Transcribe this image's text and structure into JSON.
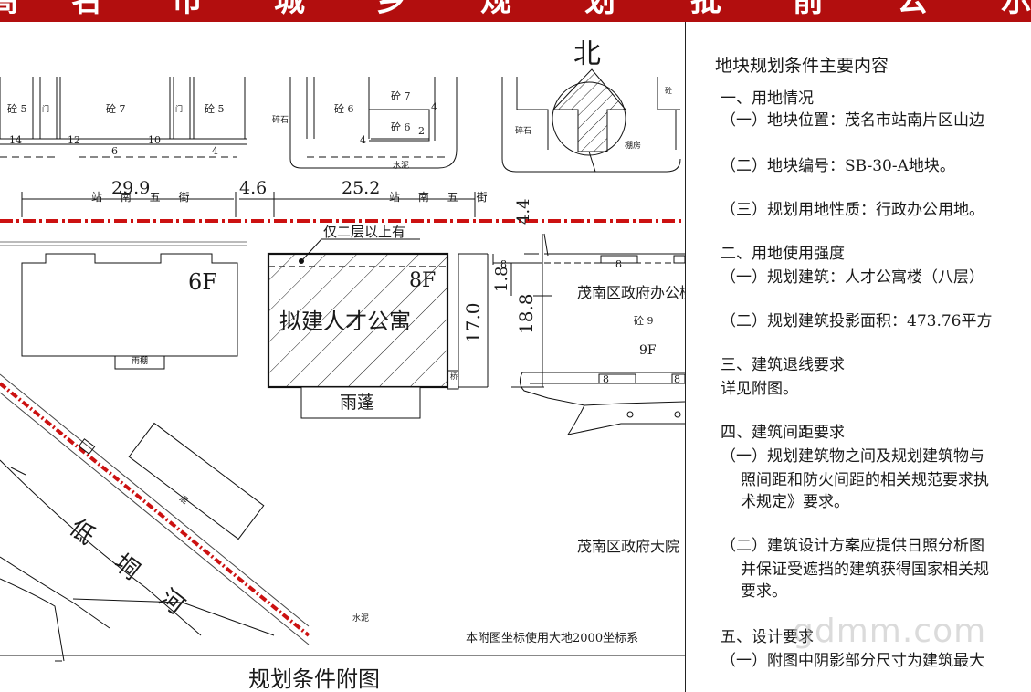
{
  "banner": {
    "chars": [
      "高",
      "名",
      "市",
      "城",
      "乡",
      "规",
      "划",
      "批",
      "前",
      "公",
      "示"
    ],
    "color": "#b20e0e"
  },
  "map": {
    "north": "北",
    "roads": {
      "top_road_1": "站 南 五 街",
      "top_road_2": "站 南 五 街",
      "river": "低 垌 河"
    },
    "dimensions": {
      "d1": "29.9",
      "d2": "4.6",
      "d3": "25.2",
      "d4": "4.4",
      "d5": "1.8",
      "d6": "17.0",
      "d7": "18.8",
      "d8a": "8",
      "d8b": "8",
      "d8c": "8",
      "d8d": "8"
    },
    "street_numbers": {
      "n14": "14",
      "n12": "12",
      "n6": "6",
      "n10": "10",
      "n4a": "4",
      "n4b": "4",
      "n4c": "4",
      "n2": "2"
    },
    "buildings": {
      "b1": "砼 5",
      "b2": "砼 7",
      "b3": "砼 5",
      "b4": "砼 6",
      "b5": "砼 7",
      "b6": "砼 6",
      "b7": "砼",
      "b8": "砼 9",
      "gate1": "门",
      "gate2": "门",
      "gravel1": "碎石",
      "gravel2": "碎石",
      "cement1": "水泥",
      "cement2": "水泥",
      "shed": "棚房",
      "canopy_small": "雨棚",
      "zone": "混",
      "bridge": "桥"
    },
    "existing_6f": "6F",
    "new_8f": "8F",
    "gov_9f": "9F",
    "proposed_name": "拟建人才公寓",
    "above_2f_note": "仅二层以上有",
    "canopy": "雨蓬",
    "gov_office": "茂南区政府办公楼",
    "gov_yard": "茂南区政府大院",
    "coord_note": "本附图坐标使用大地2000坐标系",
    "caption": "规划条件附图"
  },
  "conditions": {
    "heading": "地块规划条件主要内容",
    "s1_title": "一、用地情况",
    "s1_1": "（一）地块位置：茂名市站南片区山边",
    "s1_2": "（二）地块编号：SB-30-A地块。",
    "s1_3": "（三）规划用地性质：行政办公用地。",
    "s2_title": "二、用地使用强度",
    "s2_1": "（一）规划建筑：人才公寓楼（八层）",
    "s2_2": "（二）规划建筑投影面积：473.76平方",
    "s3_title": "三、建筑退线要求",
    "s3_1": "详见附图。",
    "s4_title": "四、建筑间距要求",
    "s4_1a": "（一）规划建筑物之间及规划建筑物与",
    "s4_1b": "照间距和防火间距的相关规范要求执",
    "s4_1c": "术规定》要求。",
    "s4_2a": "（二）建筑设计方案应提供日照分析图",
    "s4_2b": "并保证受遮挡的建筑获得国家相关规",
    "s4_2c": "要求。",
    "s5_title": "五、设计要求",
    "s5_1": "（一）附图中阴影部分尺寸为建筑最大"
  },
  "watermark": "gdmm.com",
  "colors": {
    "red_line": "#cc1111",
    "ink": "#111111"
  }
}
